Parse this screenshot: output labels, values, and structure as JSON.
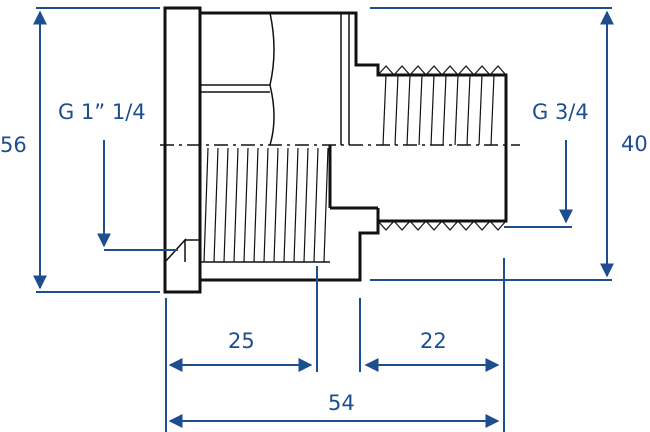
{
  "labels": {
    "overall_height": "56",
    "inner_thread_size": "G 1” 1/4",
    "outer_thread_size": "G 3/4",
    "male_height": "40",
    "female_depth": "25",
    "male_length": "22",
    "overall_length": "54"
  },
  "colors": {
    "dimension": "#1d4e8f",
    "outline": "#111111",
    "background": "#ffffff"
  }
}
